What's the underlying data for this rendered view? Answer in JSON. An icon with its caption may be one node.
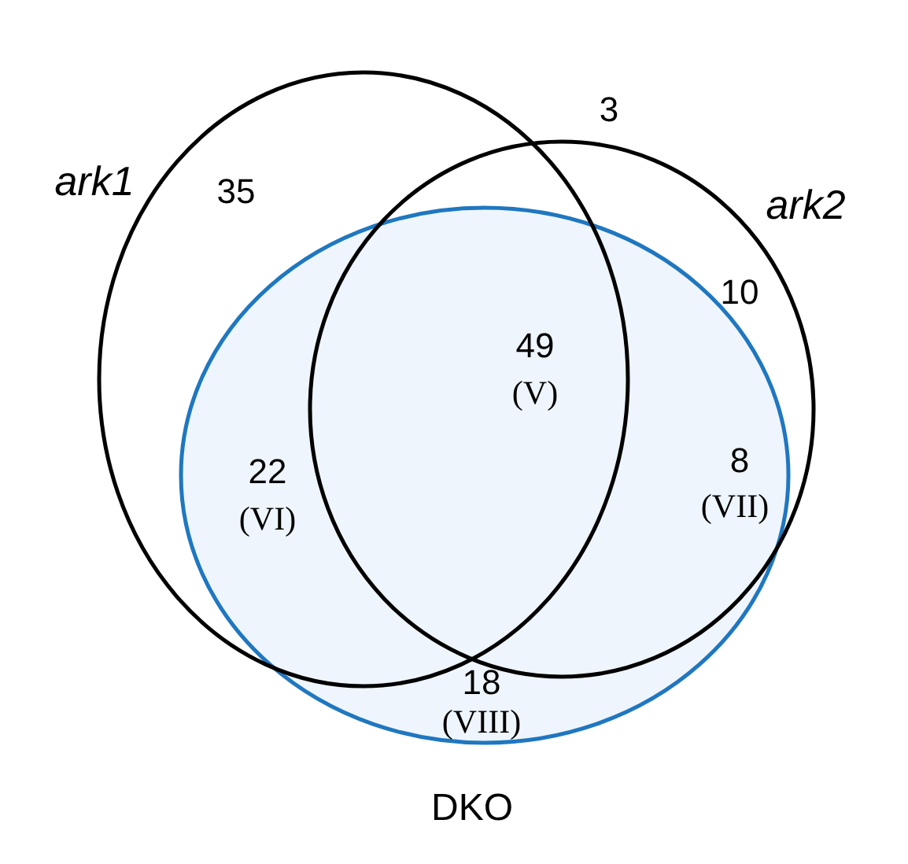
{
  "diagram": {
    "nodes": [
      {
        "text": [
          "ark1"
        ]
      },
      {
        "text": [
          "ark2"
        ]
      },
      {
        "text": [
          "DKO"
        ]
      }
    ],
    "labels": [
      "35",
      "3",
      "10",
      "49",
      "(V)",
      "22",
      "(VI)",
      "8",
      "(VII)",
      "18",
      "(VIII)"
    ]
  }
}
